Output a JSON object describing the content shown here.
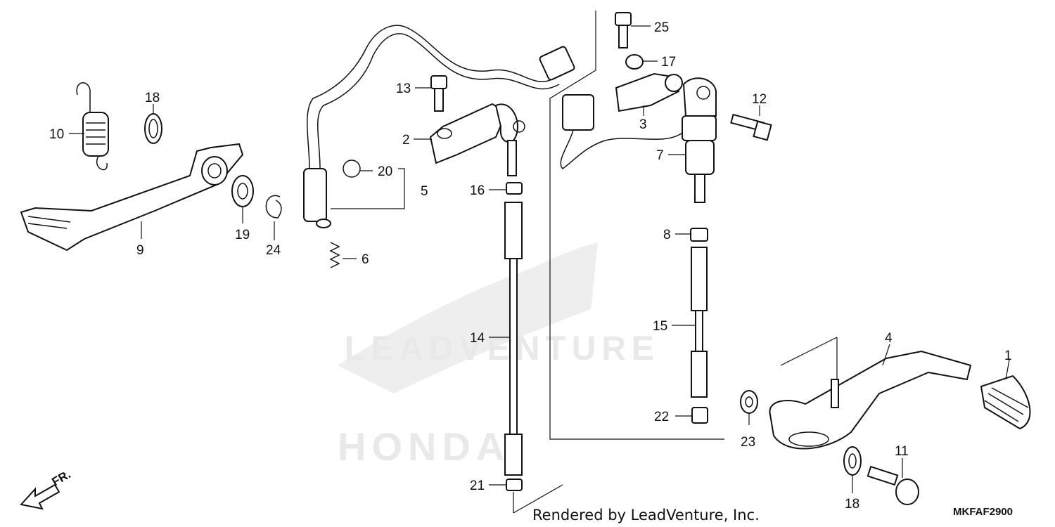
{
  "watermark_text": "LEADVENTURE",
  "brand_watermark": "HONDA",
  "footer_text": "Rendered by LeadVenture, Inc.",
  "diagram_code": "MKFAF2900",
  "direction_label": "FR.",
  "callouts": {
    "c1": "1",
    "c2": "2",
    "c3": "3",
    "c4": "4",
    "c5": "5",
    "c6": "6",
    "c7": "7",
    "c8": "8",
    "c9": "9",
    "c10": "10",
    "c11": "11",
    "c12": "12",
    "c13": "13",
    "c14": "14",
    "c15": "15",
    "c16": "16",
    "c17": "17",
    "c18a": "18",
    "c18b": "18",
    "c19": "19",
    "c20": "20",
    "c21": "21",
    "c22": "22",
    "c23": "23",
    "c24": "24",
    "c25": "25"
  }
}
